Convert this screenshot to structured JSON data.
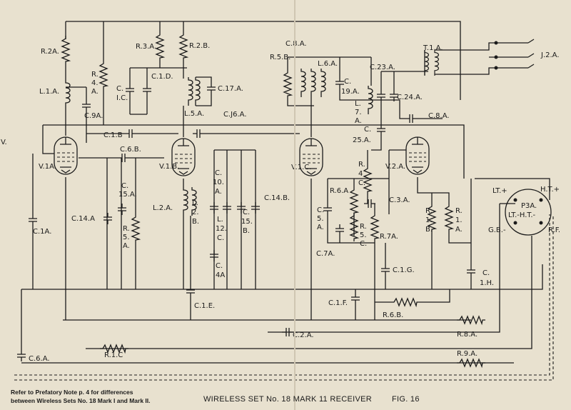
{
  "components": {
    "r2a": "R.2A.",
    "l1a": "L.1.A.",
    "c9a": "C.9A.",
    "r4a_1": "R.",
    "r4a_2": "4.",
    "r4a_3": "A.",
    "v1a": "V.1A.",
    "c1a": "C.1A.",
    "c14a": "C.14.A",
    "c15a_1": "C.",
    "c15a_2": "15.A.",
    "r5a_1": "R.",
    "r5a_2": "5.",
    "r5a_3": "A.",
    "c6b": "C.6.B.",
    "c1b": "C.1.B",
    "r3a": "R.3.A.",
    "c1d": "C.1.D.",
    "c1c_1": "C.",
    "c1c_2": "I.C.",
    "r2b": "R.2.B.",
    "c17a": "C.17.A.",
    "l5a": "L.5.A.",
    "c16a": "C.J6.A.",
    "v1b": "V.1.B.",
    "l2a": "L.2.A.",
    "l2b_1": "L.",
    "l2b_2": "2.",
    "l2b_3": "B.",
    "c10a_1": "C.",
    "c10a_2": "10.",
    "c10a_3": "A.",
    "l12c_1": "L.",
    "l12c_2": "12.",
    "l12c_3": "C.",
    "c15b_1": "C.",
    "c15b_2": "15.",
    "c15b_3": "B.",
    "c14b": "C.14.B.",
    "c4a_1": "C.",
    "c4a_2": "4A",
    "c1e": "C.1.E.",
    "r1c": "R.1.C",
    "r5b": "R.5.B.",
    "c8a_top": "C.8.A.",
    "l6a": "L.6.A.",
    "c19a_1": "C.",
    "c19a_2": "19.A.",
    "v1c": "V.1.C.",
    "c23a": "C.23.A.",
    "l7a_1": "L.",
    "l7a_2": "7.",
    "l7a_3": "A.",
    "c24a": "C.24.A.",
    "c25a_1": "C.",
    "c25a_2": "25.A.",
    "t1a": "T.1.A.",
    "j2a": "J.2.A.",
    "c8a": "C.8.A.",
    "v2a": "V.2.A.",
    "r4c_1": "R.",
    "r4c_2": "4",
    "r4c_3": "C.",
    "r6a": "R.6.A",
    "c5a_1": "C.",
    "c5a_2": "5.",
    "c5a_3": "A.",
    "c3a": "C.3.A.",
    "r5c_1": "R.",
    "r5c_2": "5.",
    "r5c_3": "C.",
    "r7a": "R.7A.",
    "c7a": "C.7A.",
    "c1g": "C.1.G.",
    "c1f": "C.1.F.",
    "r6b": "R.6.B.",
    "r1b_1": "R.",
    "r1b_2": "1.",
    "r1b_3": "B.",
    "r1a_1": "R.",
    "r1a_2": "1.",
    "r1a_3": "A.",
    "c1h_1": "C.",
    "c1h_2": "1.H.",
    "c2a": "C.2.A.",
    "r8a": "R.8.A.",
    "r9a": "R.9.A.",
    "c6a": "C.6.A.",
    "lt_plus": "LT.+",
    "ht_plus": "H.T.+",
    "p3a": "P3A.",
    "lt_minus_ht_minus": "LT.-H.T.-",
    "gb_minus": "G.B.-",
    "rf": "R.F.",
    "edge_mark": "V."
  },
  "footer": {
    "note_line1": "Refer to Prefatory Note p. 4 for differences",
    "note_line2": "between Wireless Sets No. 18 Mark I and Mark II.",
    "title": "WIRELESS SET No. 18 MARK 11 RECEIVER",
    "fig": "FIG. 16"
  }
}
